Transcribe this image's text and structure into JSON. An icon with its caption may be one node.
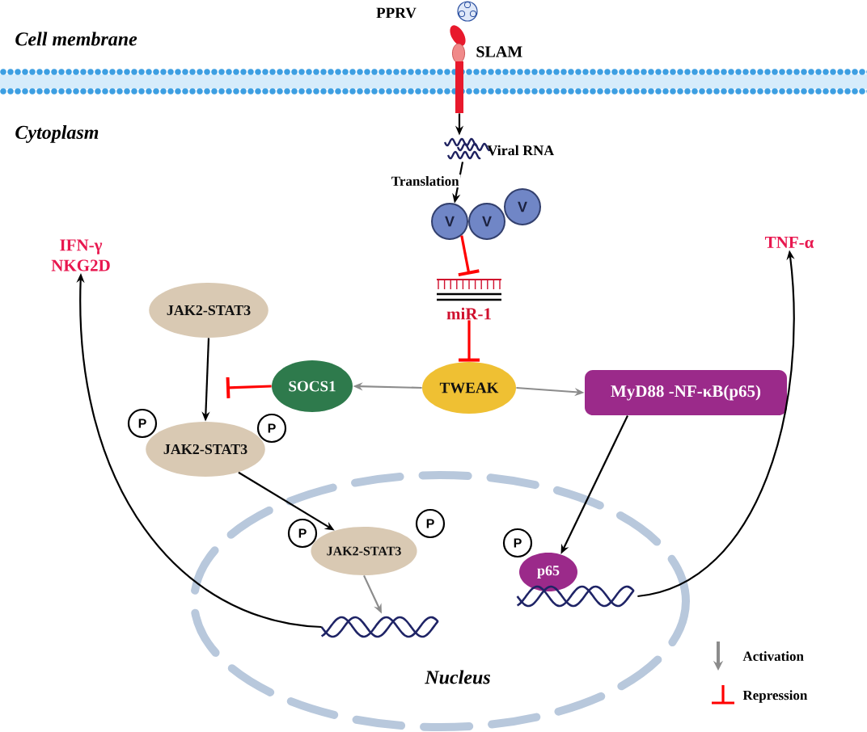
{
  "diagram": {
    "nodes": [
      {
        "text": [
          "SLAM"
        ]
      },
      {
        "text": [
          "Viral RNA"
        ]
      },
      {
        "text": [
          "V"
        ]
      },
      {
        "text": [
          "V"
        ]
      },
      {
        "text": [
          "V"
        ]
      },
      {
        "text": [
          "IFN-γ",
          "NKG2D"
        ]
      },
      {
        "text": [
          "TNF-α"
        ]
      },
      {
        "text": [
          "miR-1"
        ]
      },
      {
        "text": [
          "JAK2-STAT3"
        ]
      },
      {
        "text": [
          "SOCS1"
        ]
      },
      {
        "text": [
          "TWEAK"
        ]
      },
      {
        "text": [
          "MyD88 -NF-κB(p65)"
        ]
      },
      {
        "text": [
          "P"
        ]
      },
      {
        "text": [
          "P"
        ]
      },
      {
        "text": [
          "JAK2-STAT3"
        ]
      },
      {
        "text": [
          "Nucleus"
        ]
      },
      {
        "text": [
          "P"
        ],
        "in": 15
      },
      {
        "text": [
          "P"
        ],
        "in": 15
      },
      {
        "text": [
          "JAK2-STAT3"
        ],
        "in": 15
      },
      {
        "text": [
          "P"
        ],
        "in": 15
      },
      {
        "text": [
          "p65"
        ],
        "in": 15
      },
      {
        "text": [],
        "shape": "helix",
        "in": 15
      },
      {
        "text": [],
        "shape": "helix",
        "in": 15
      }
    ],
    "edges": [
      {
        "from": 0,
        "to": 1,
        "arrow": "to"
      },
      {
        "from": 1,
        "to": 2,
        "arrow": "to",
        "label": "Translation"
      },
      {
        "from": 2,
        "to": 7,
        "arrow": "other",
        "color": "#ff0000"
      },
      {
        "from": 7,
        "to": 10,
        "arrow": "other",
        "color": "#ff0000"
      },
      {
        "from": 10,
        "to": 11,
        "arrow": "to",
        "color": "#8c8c8c"
      },
      {
        "from": 10,
        "to": 9,
        "arrow": "to",
        "color": "#8c8c8c"
      },
      {
        "from": 8,
        "to": 14,
        "arrow": "to"
      },
      {
        "from": 9,
        "to": null,
        "arrow": "other",
        "color": "#ff0000"
      },
      {
        "from": 14,
        "to": 18,
        "arrow": "to"
      },
      {
        "from": 11,
        "to": 20,
        "arrow": "to"
      },
      {
        "from": 18,
        "to": 21,
        "arrow": "to",
        "color": "#8c8c8c"
      },
      {
        "from": 21,
        "to": 5,
        "arrow": "to"
      },
      {
        "from": 22,
        "to": 6,
        "arrow": "to"
      }
    ],
    "labels": [
      "PPRV",
      "Cell membrane",
      "Cytoplasm"
    ],
    "legend": [
      {
        "text": "Activation"
      },
      {
        "text": "Repression"
      }
    ]
  }
}
